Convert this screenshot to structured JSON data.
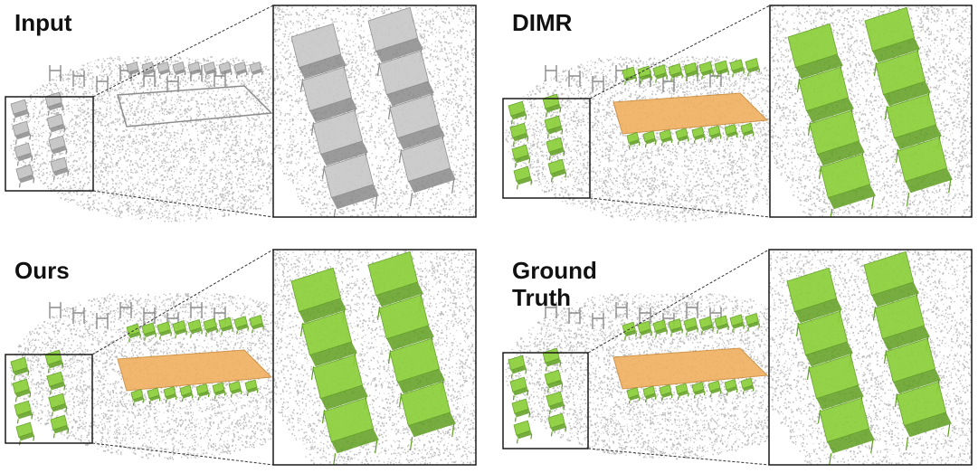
{
  "panels": [
    {
      "id": "input",
      "label_lines": [
        "Input"
      ],
      "show_objects": false
    },
    {
      "id": "dimr",
      "label_lines": [
        "DIMR"
      ],
      "show_objects": true
    },
    {
      "id": "ours",
      "label_lines": [
        "Ours"
      ],
      "show_objects": true
    },
    {
      "id": "ground-truth",
      "label_lines": [
        "Ground",
        "Truth"
      ],
      "show_objects": true
    }
  ],
  "colors": {
    "point_cloud": "#b3b3b3",
    "point_cloud_dark": "#8c8c8c",
    "chair": "#8ccf3a",
    "chair_dark": "#5e9e1f",
    "table": "#f0b060",
    "frame": "#1a1a1a",
    "zoom_line": "#333333"
  }
}
